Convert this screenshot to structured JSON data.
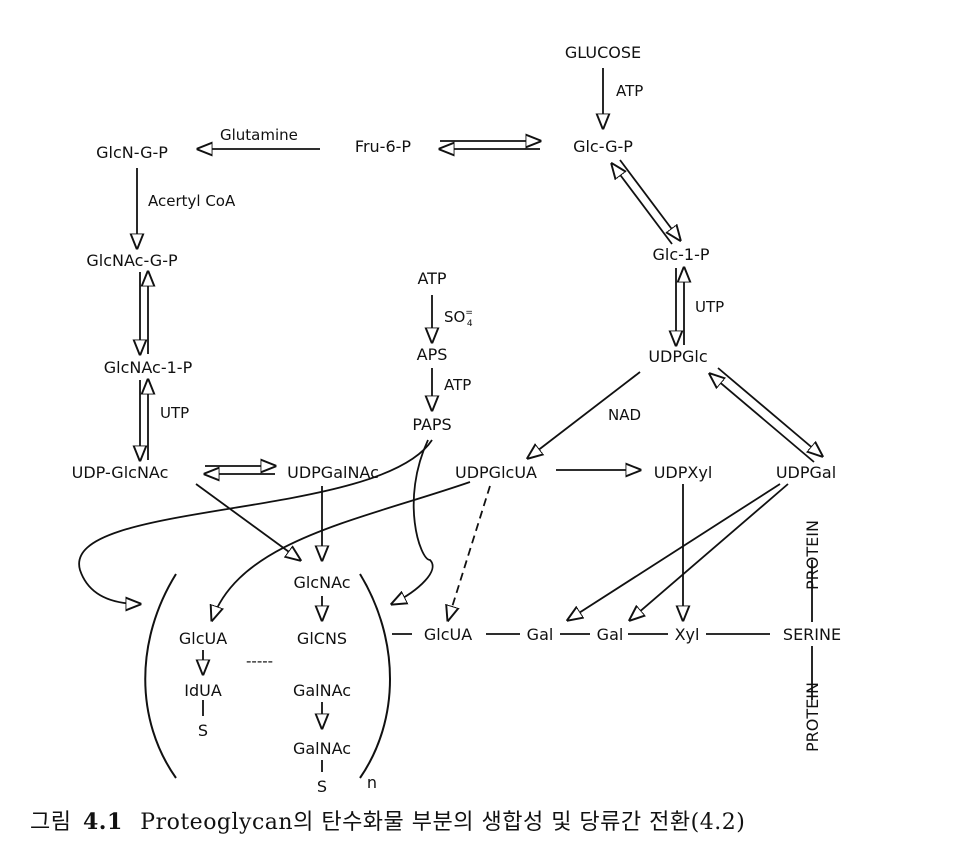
{
  "diagram": {
    "nodes": {
      "glucose": "GLUCOSE",
      "glc6p": "Glc-G-P",
      "fru6p": "Fru-6-P",
      "glcn6p": "GlcN-G-P",
      "glcnac6p": "GlcNAc-G-P",
      "glcnac1p": "GlcNAc-1-P",
      "udpglcnac": "UDP-GlcNAc",
      "udpgalnac": "UDPGalNAc",
      "glc1p": "Glc-1-P",
      "udpglc": "UDPGlc",
      "udpglcua": "UDPGlcUA",
      "udpxyl": "UDPXyl",
      "udpgal": "UDPGal",
      "atp_top": "ATP",
      "aps": "APS",
      "paps": "PAPS",
      "glcua_mid": "GlcUA",
      "gal1": "Gal",
      "gal2": "Gal",
      "xyl": "Xyl",
      "serine": "SERINE",
      "protein_top": "PROTEIN",
      "protein_bottom": "PROTEIN",
      "glcnac_repeat": "GlcNAc",
      "glcns": "GlCNS",
      "galnac": "GalNAc",
      "galnac2": "GalNAc",
      "glcua_repeat": "GlcUA",
      "idua": "IdUA",
      "s1": "S",
      "s2": "S",
      "n": "n"
    },
    "labels": {
      "atp1": "ATP",
      "glutamine": "Glutamine",
      "acetyl": "Acertyl CoA",
      "utp_left": "UTP",
      "utp_right": "UTP",
      "so4": "SO",
      "so4_sup": "=",
      "so4_sub": "4",
      "atp2": "ATP",
      "nad": "NAD",
      "dashes": "-----"
    }
  },
  "caption": {
    "prefix": "그림",
    "number": "4.1",
    "text": "Proteoglycan의 탄수화물 부분의 생합성 및 당류간 전환(4.2)"
  }
}
